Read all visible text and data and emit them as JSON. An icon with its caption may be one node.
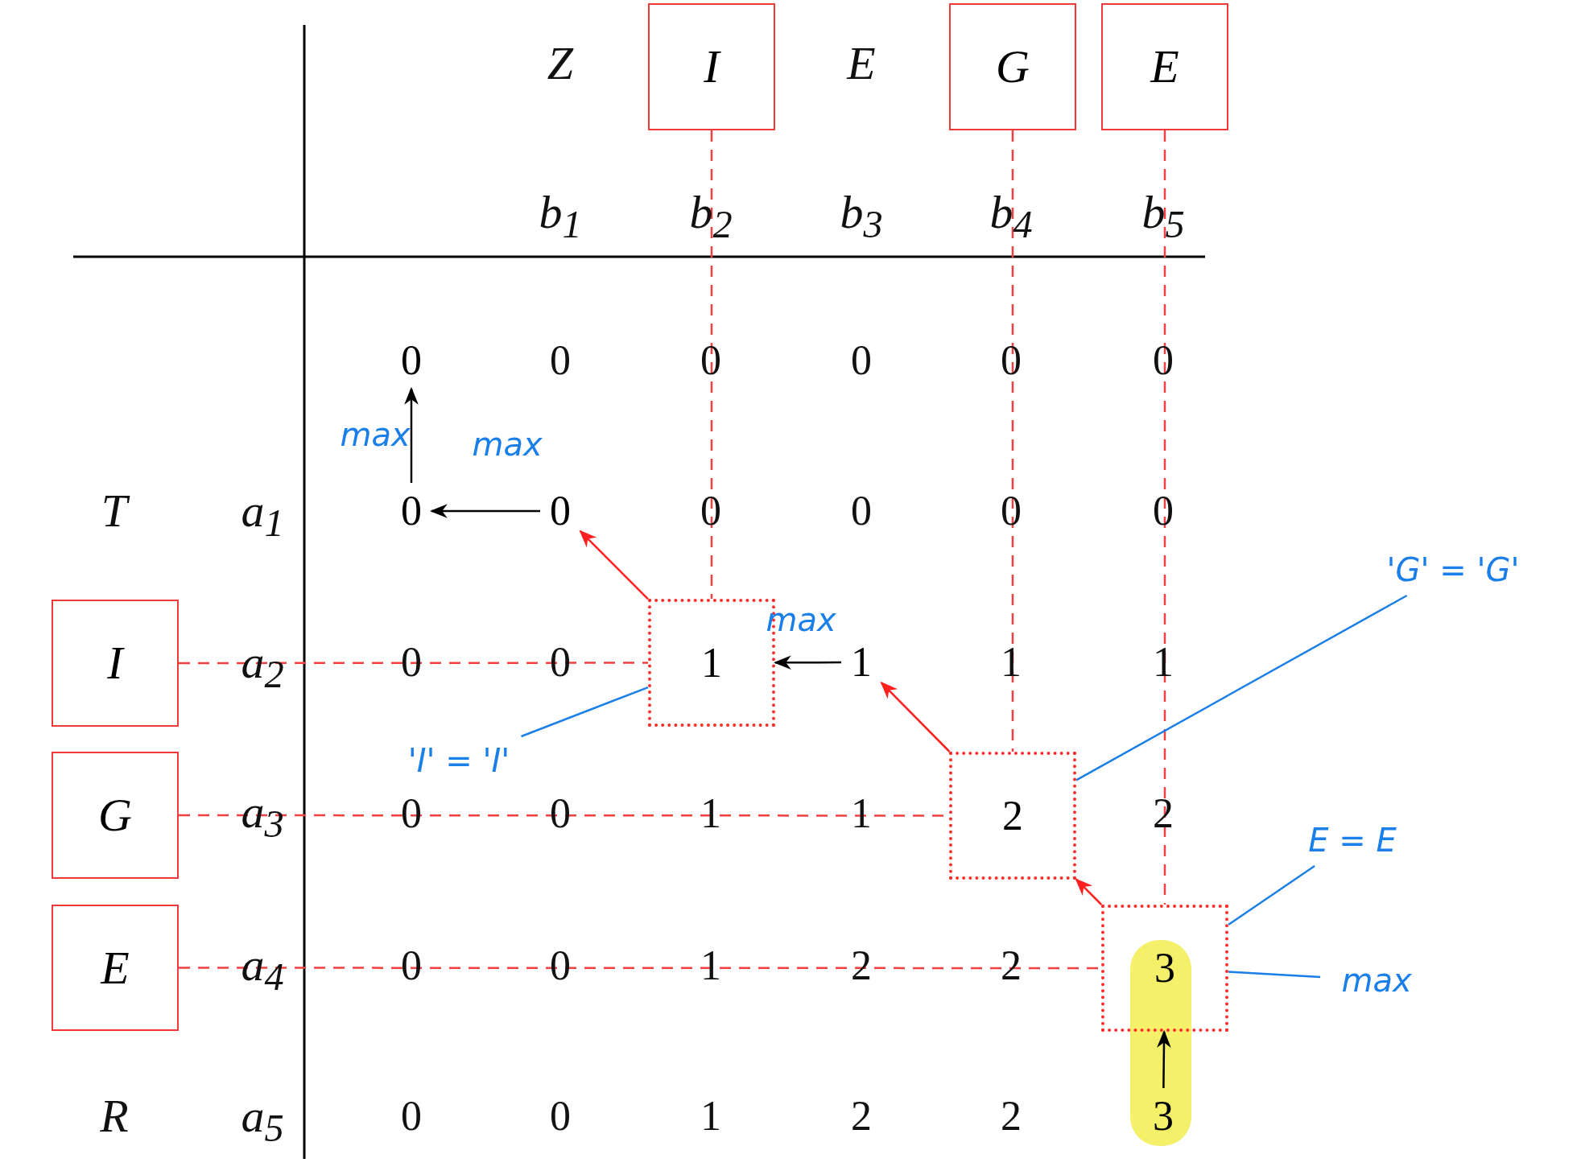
{
  "diagram": {
    "nodes": [
      {
        "text": [
          "I"
        ]
      },
      {
        "text": [
          "G"
        ]
      },
      {
        "text": [
          "E"
        ]
      },
      {
        "text": [
          "0"
        ]
      },
      {
        "text": [
          "0"
        ]
      },
      {
        "text": [
          "0"
        ]
      },
      {
        "text": [
          "I"
        ]
      },
      {
        "text": [
          "1"
        ]
      },
      {
        "text": [
          "1"
        ]
      },
      {
        "text": [
          "G"
        ]
      },
      {
        "text": [
          "2"
        ]
      },
      {
        "text": [
          "E"
        ]
      },
      {
        "text": [
          "3"
        ]
      },
      {
        "text": [
          "3"
        ]
      },
      {
        "text": [
          "'I' = 'I'"
        ]
      },
      {
        "text": [
          "'G' = 'G'"
        ]
      },
      {
        "text": [
          "E = E"
        ]
      },
      {
        "text": [
          "max"
        ]
      }
    ],
    "edges": [
      {
        "from": 5,
        "to": 4,
        "arrow": "to",
        "color": "#000000"
      },
      {
        "from": 4,
        "to": 3,
        "arrow": "to",
        "color": "#000000"
      },
      {
        "from": 7,
        "to": 5,
        "arrow": "to",
        "color": "#ff2020"
      },
      {
        "from": 8,
        "to": 7,
        "arrow": "to",
        "color": "#000000"
      },
      {
        "from": 10,
        "to": 8,
        "arrow": "to",
        "color": "#ff2020"
      },
      {
        "from": 12,
        "to": 10,
        "arrow": "to",
        "color": "#ff2020"
      },
      {
        "from": 13,
        "to": 12,
        "arrow": "to",
        "color": "#000000"
      },
      {
        "from": 0,
        "to": 7,
        "arrow": "none",
        "style": "dashed",
        "color": "#f04040"
      },
      {
        "from": 6,
        "to": 7,
        "arrow": "none",
        "style": "dashed",
        "color": "#f04040"
      },
      {
        "from": 1,
        "to": 10,
        "arrow": "none",
        "style": "dashed",
        "color": "#f04040"
      },
      {
        "from": 9,
        "to": 10,
        "arrow": "none",
        "style": "dashed",
        "color": "#f04040"
      },
      {
        "from": 2,
        "to": 12,
        "arrow": "none",
        "style": "dashed",
        "color": "#f04040"
      },
      {
        "from": 11,
        "to": 12,
        "arrow": "none",
        "style": "dashed",
        "color": "#f04040"
      },
      {
        "from": 14,
        "to": 7,
        "arrow": "none",
        "color": "#1a7fe8"
      },
      {
        "from": 15,
        "to": 10,
        "arrow": "none",
        "color": "#1a7fe8"
      },
      {
        "from": 16,
        "to": 12,
        "arrow": "none",
        "color": "#1a7fe8"
      },
      {
        "from": 17,
        "to": 12,
        "arrow": "none",
        "color": "#1a7fe8"
      }
    ],
    "labels": [
      "Z",
      "E",
      "b$_{1}$",
      "b$_{2}$",
      "b$_{3}$",
      "b$_{4}$",
      "b$_{5}$",
      "0",
      "0",
      "0",
      "0",
      "0",
      "max",
      "max",
      "T",
      "a$_{1}$",
      "0",
      "0",
      "0",
      "0",
      "max",
      "a$_{2}$",
      "0",
      "0",
      "1",
      "1",
      "a$_{3}$",
      "0",
      "0",
      "1",
      "1",
      "2",
      "a$_{4}$",
      "0",
      "0",
      "1",
      "2",
      "2",
      "R",
      "a$_{5}$",
      "0",
      "0",
      "1",
      "2",
      "2"
    ]
  }
}
